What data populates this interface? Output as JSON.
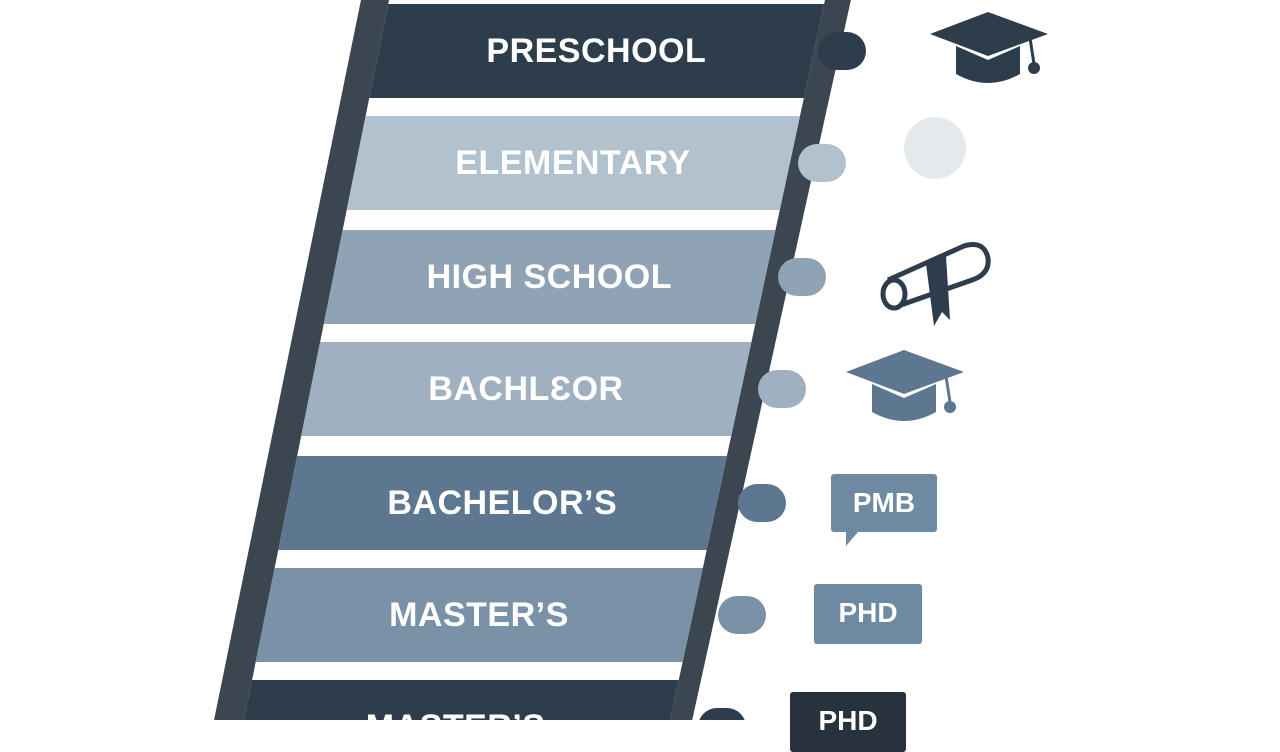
{
  "levels": [
    {
      "label": "PRESCHOOL",
      "fill": "#2d3d4c"
    },
    {
      "label": "ELEMENTARY",
      "fill": "#b2c1ce"
    },
    {
      "label": "HIGH SCHOOL",
      "fill": "#8fa3b5"
    },
    {
      "label": "BACHLƐOR",
      "fill": "#9fb1c1"
    },
    {
      "label": "BACHELOR’S",
      "fill": "#5d7790"
    },
    {
      "label": "MASTER’S",
      "fill": "#7a92a7"
    },
    {
      "label": "MASTER’S",
      "fill": "#2d3d4c"
    }
  ],
  "tags": [
    {
      "label": "PMB",
      "fill": "#6e8aa2"
    },
    {
      "label": "PHD",
      "fill": "#6e8aa2"
    },
    {
      "label": "PHD",
      "fill": "#27323d"
    }
  ],
  "icons": [
    "graduation-cap-icon",
    "circle-icon",
    "diploma-scroll-icon",
    "graduation-cap-icon"
  ],
  "colors": {
    "frame": "#3b4651",
    "accent_dark": "#2d3d4c",
    "pale_dot": "#e4e9ee"
  }
}
